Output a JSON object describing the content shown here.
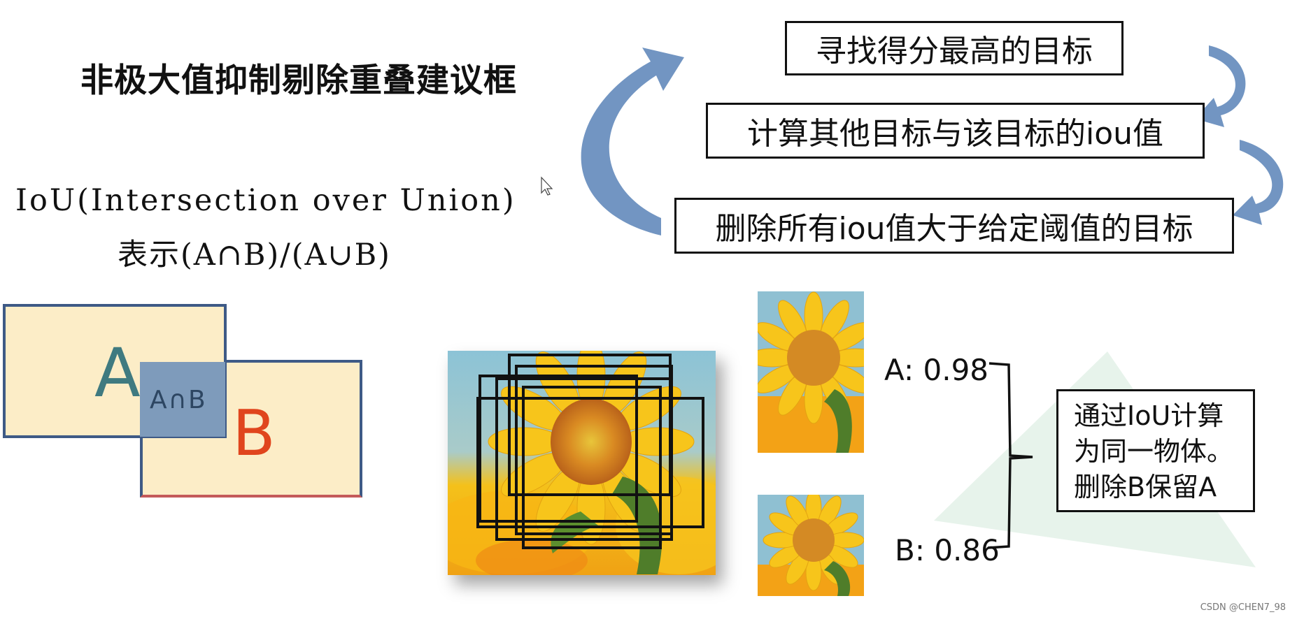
{
  "title": "非极大值抑制剔除重叠建议框",
  "iou": {
    "definition": "IoU(Intersection over Union)",
    "formula": "表示(A∩B)/(A∪B)"
  },
  "steps": [
    {
      "label": "寻找得分最高的目标"
    },
    {
      "label": "计算其他目标与该目标的iou值"
    },
    {
      "label": "删除所有iou值大于给定阈值的目标"
    }
  ],
  "venn": {
    "a": "A",
    "b": "B",
    "intersection": "A∩B"
  },
  "scores": {
    "a": "A: 0.98",
    "b": "B: 0.86"
  },
  "conclusion": [
    "通过IoU计算",
    "为同一物体。",
    "删除B保留A"
  ],
  "watermark": "CSDN @CHEN7_98",
  "colors": {
    "arrow": "#7295c2",
    "rect_fill": "#fcedc7",
    "rect_border": "#3e5a86",
    "label_a": "#3f7a80",
    "label_b": "#e0451d",
    "intersection": "#7e9bbb",
    "triangle": "#d8ebe0"
  }
}
